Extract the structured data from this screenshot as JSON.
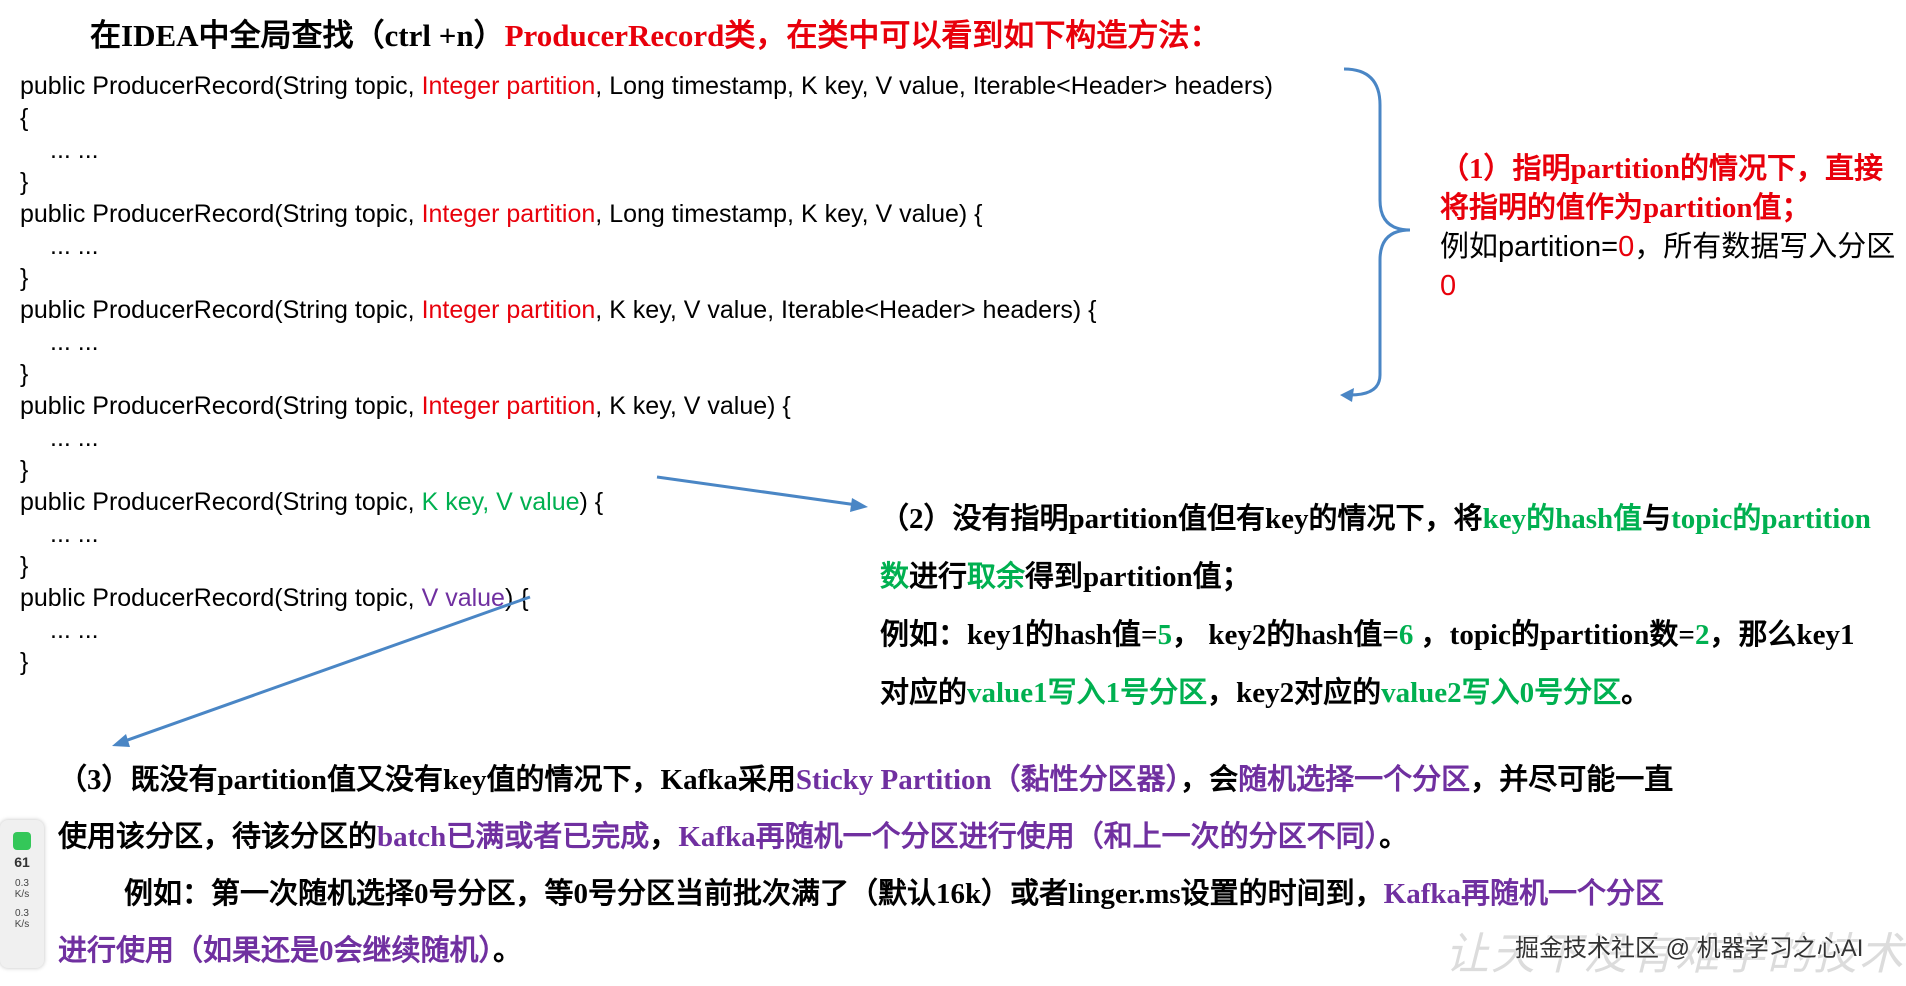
{
  "title": {
    "prefix": "在IDEA中全局查找（ctrl +n）",
    "class_name": "ProducerRecord类，在类中可以看到如下构造方法："
  },
  "code": {
    "c1_a": "public ProducerRecord(String topic, ",
    "c1_b": "Integer partition",
    "c1_c": ", Long timestamp, K key, V value, Iterable<Header> headers)",
    "c1_open": "{",
    "body": "... ...",
    "close": "}",
    "c2_a": "public ProducerRecord(String topic, ",
    "c2_b": "Integer partition",
    "c2_c": ", Long timestamp, K key, V value) {",
    "c3_a": "public ProducerRecord(String topic, ",
    "c3_b": "Integer partition",
    "c3_c": ", K key, V value, Iterable<Header> headers) {",
    "c4_a": "public ProducerRecord(String topic, ",
    "c4_b": "Integer partition",
    "c4_c": ", K key, V value) {",
    "c5_a": "public ProducerRecord(String topic, ",
    "c5_b": "K key, V value",
    "c5_c": ") {",
    "c6_a": "public ProducerRecord(String topic, ",
    "c6_b": "V value",
    "c6_c": ") {"
  },
  "note1": {
    "l1": "（1）指明partition的情况下，直接将指明的值作为partition值；",
    "l2a": "例如partition=",
    "l2b": "0",
    "l2c": "，所有数据写入分区",
    "l2d": "0"
  },
  "note2": {
    "a1": "（2）没有指明partition值但有key的情况下，将",
    "a2": "key的hash值",
    "a3": "与",
    "a4": "topic的partition数",
    "a5": "进行",
    "a6": "取余",
    "a7": "得到partition值；",
    "b1": "例如：key1的hash值=",
    "b2": "5",
    "b3": "，  key2的hash值=",
    "b4": "6",
    "b5": " ，topic的partition数=",
    "b6": "2",
    "b7": "，那么key1 对应的",
    "b8": "value1写入1号分区",
    "b9": "，key2对应的",
    "b10": "value2写入0号分区",
    "b11": "。"
  },
  "note3": {
    "a1": "（3）既没有partition值又没有key值的情况下，Kafka采用",
    "a2": "Sticky Partition（黏性分区器）",
    "a3": "，会",
    "a4": "随机选择一个分区",
    "a5": "，并尽可能一直",
    "b1": "使用该分区，待该分区的",
    "b2": "batch已满或者已完成",
    "b3": "，",
    "b4": "Kafka再随机一个分区进行使用（和上一次的分区不同）",
    "b5": "。",
    "c1": "例如：第一次随机选择0号分区，等0号分区当前批次满了（默认16k）或者linger.ms设置的时间到，",
    "c2": "Kafka再随机一个分区",
    "d1": "进行使用（如果还是0会继续随机）",
    "d2": "。"
  },
  "widget": {
    "pct": "61",
    "up": "0.3",
    "down": "0.3",
    "unit": "K/s"
  },
  "watermark": {
    "text": "掘金技术社区 @ 机器学习之心AI",
    "bg": "让天下没有难学的技术"
  },
  "colors": {
    "red": "#e8000b",
    "green": "#00b050",
    "purple": "#7030a0",
    "arrow": "#4a86c5"
  }
}
